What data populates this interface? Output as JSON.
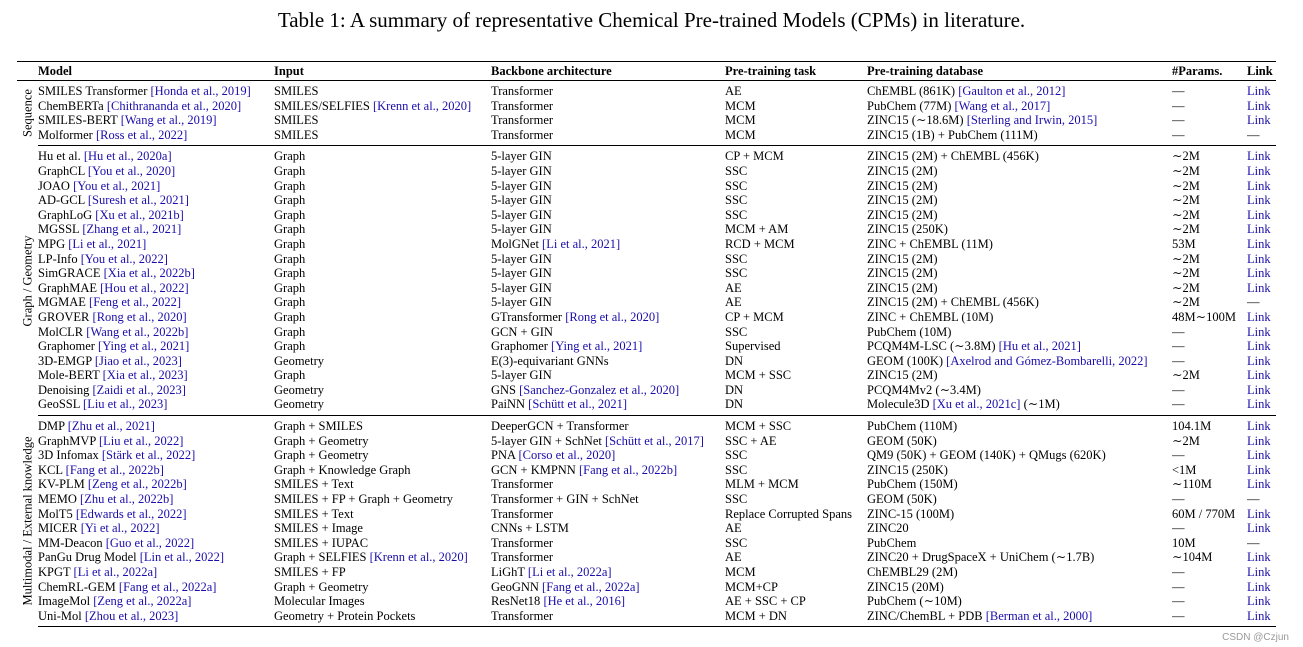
{
  "caption": "Table 1: A summary of representative Chemical Pre-trained Models (CPMs) in literature.",
  "columns": [
    "Model",
    "Input",
    "Backbone architecture",
    "Pre-training task",
    "Pre-training database",
    "#Params.",
    "Link"
  ],
  "sections": [
    {
      "label": "Sequence",
      "rows": [
        {
          "model": "SMILES Transformer",
          "model_cite": "[Honda et al., 2019]",
          "input": "SMILES",
          "input_cite": "",
          "backbone": "Transformer",
          "backbone_cite": "",
          "task": "AE",
          "db": "ChEMBL (861K)",
          "db_cite": "[Gaulton et al., 2012]",
          "db_tail": "",
          "params": "—",
          "link": "Link"
        },
        {
          "model": "ChemBERTa",
          "model_cite": "[Chithrananda et al., 2020]",
          "input": "SMILES/SELFIES",
          "input_cite": "[Krenn et al., 2020]",
          "backbone": "Transformer",
          "backbone_cite": "",
          "task": "MCM",
          "db": "PubChem (77M)",
          "db_cite": "[Wang et al., 2017]",
          "db_tail": "",
          "params": "—",
          "link": "Link"
        },
        {
          "model": "SMILES-BERT",
          "model_cite": "[Wang et al., 2019]",
          "input": "SMILES",
          "input_cite": "",
          "backbone": "Transformer",
          "backbone_cite": "",
          "task": "MCM",
          "db": "ZINC15 (∼18.6M)",
          "db_cite": "[Sterling and Irwin, 2015]",
          "db_tail": "",
          "params": "—",
          "link": "Link"
        },
        {
          "model": "Molformer",
          "model_cite": "[Ross et al., 2022]",
          "input": "SMILES",
          "input_cite": "",
          "backbone": "Transformer",
          "backbone_cite": "",
          "task": "MCM",
          "db": "ZINC15 (1B) + PubChem (111M)",
          "db_cite": "",
          "db_tail": "",
          "params": "—",
          "link": "—"
        }
      ]
    },
    {
      "label": "Graph / Geometry",
      "rows": [
        {
          "model": "Hu et al.",
          "model_cite": "[Hu et al., 2020a]",
          "input": "Graph",
          "input_cite": "",
          "backbone": "5-layer GIN",
          "backbone_cite": "",
          "task": "CP + MCM",
          "db": "ZINC15 (2M) + ChEMBL (456K)",
          "db_cite": "",
          "db_tail": "",
          "params": "∼2M",
          "link": "Link"
        },
        {
          "model": "GraphCL",
          "model_cite": "[You et al., 2020]",
          "input": "Graph",
          "input_cite": "",
          "backbone": "5-layer GIN",
          "backbone_cite": "",
          "task": "SSC",
          "db": "ZINC15 (2M)",
          "db_cite": "",
          "db_tail": "",
          "params": "∼2M",
          "link": "Link"
        },
        {
          "model": "JOAO",
          "model_cite": "[You et al., 2021]",
          "input": "Graph",
          "input_cite": "",
          "backbone": "5-layer GIN",
          "backbone_cite": "",
          "task": "SSC",
          "db": "ZINC15 (2M)",
          "db_cite": "",
          "db_tail": "",
          "params": "∼2M",
          "link": "Link"
        },
        {
          "model": "AD-GCL",
          "model_cite": "[Suresh et al., 2021]",
          "input": "Graph",
          "input_cite": "",
          "backbone": "5-layer GIN",
          "backbone_cite": "",
          "task": "SSC",
          "db": "ZINC15 (2M)",
          "db_cite": "",
          "db_tail": "",
          "params": "∼2M",
          "link": "Link"
        },
        {
          "model": "GraphLoG",
          "model_cite": "[Xu et al., 2021b]",
          "input": "Graph",
          "input_cite": "",
          "backbone": "5-layer GIN",
          "backbone_cite": "",
          "task": "SSC",
          "db": "ZINC15 (2M)",
          "db_cite": "",
          "db_tail": "",
          "params": "∼2M",
          "link": "Link"
        },
        {
          "model": "MGSSL",
          "model_cite": "[Zhang et al., 2021]",
          "input": "Graph",
          "input_cite": "",
          "backbone": "5-layer GIN",
          "backbone_cite": "",
          "task": "MCM + AM",
          "db": "ZINC15 (250K)",
          "db_cite": "",
          "db_tail": "",
          "params": "∼2M",
          "link": "Link"
        },
        {
          "model": "MPG",
          "model_cite": "[Li et al., 2021]",
          "input": "Graph",
          "input_cite": "",
          "backbone": "MolGNet",
          "backbone_cite": "[Li et al., 2021]",
          "task": "RCD + MCM",
          "db": "ZINC + ChEMBL (11M)",
          "db_cite": "",
          "db_tail": "",
          "params": "53M",
          "link": "Link"
        },
        {
          "model": "LP-Info",
          "model_cite": "[You et al., 2022]",
          "input": "Graph",
          "input_cite": "",
          "backbone": "5-layer GIN",
          "backbone_cite": "",
          "task": "SSC",
          "db": "ZINC15 (2M)",
          "db_cite": "",
          "db_tail": "",
          "params": "∼2M",
          "link": "Link"
        },
        {
          "model": "SimGRACE",
          "model_cite": "[Xia et al., 2022b]",
          "input": "Graph",
          "input_cite": "",
          "backbone": "5-layer GIN",
          "backbone_cite": "",
          "task": "SSC",
          "db": "ZINC15 (2M)",
          "db_cite": "",
          "db_tail": "",
          "params": "∼2M",
          "link": "Link"
        },
        {
          "model": "GraphMAE",
          "model_cite": "[Hou et al., 2022]",
          "input": "Graph",
          "input_cite": "",
          "backbone": "5-layer GIN",
          "backbone_cite": "",
          "task": "AE",
          "db": "ZINC15 (2M)",
          "db_cite": "",
          "db_tail": "",
          "params": "∼2M",
          "link": "Link"
        },
        {
          "model": "MGMAE",
          "model_cite": "[Feng et al., 2022]",
          "input": "Graph",
          "input_cite": "",
          "backbone": "5-layer GIN",
          "backbone_cite": "",
          "task": "AE",
          "db": "ZINC15 (2M) + ChEMBL (456K)",
          "db_cite": "",
          "db_tail": "",
          "params": "∼2M",
          "link": "—"
        },
        {
          "model": "GROVER",
          "model_cite": "[Rong et al., 2020]",
          "input": "Graph",
          "input_cite": "",
          "backbone": "GTransformer",
          "backbone_cite": "[Rong et al., 2020]",
          "task": "CP + MCM",
          "db": "ZINC + ChEMBL (10M)",
          "db_cite": "",
          "db_tail": "",
          "params": "48M∼100M",
          "link": "Link"
        },
        {
          "model": "MolCLR",
          "model_cite": "[Wang et al., 2022b]",
          "input": "Graph",
          "input_cite": "",
          "backbone": "GCN + GIN",
          "backbone_cite": "",
          "task": "SSC",
          "db": "PubChem (10M)",
          "db_cite": "",
          "db_tail": "",
          "params": "—",
          "link": "Link"
        },
        {
          "model": "Graphomer",
          "model_cite": "[Ying et al., 2021]",
          "input": "Graph",
          "input_cite": "",
          "backbone": "Graphomer",
          "backbone_cite": "[Ying et al., 2021]",
          "task": "Supervised",
          "db": "PCQM4M-LSC (∼3.8M)",
          "db_cite": "[Hu et al., 2021]",
          "db_tail": "",
          "params": "—",
          "link": "Link"
        },
        {
          "model": "3D-EMGP",
          "model_cite": "[Jiao et al., 2023]",
          "input": "Geometry",
          "input_cite": "",
          "backbone": "E(3)-equivariant GNNs",
          "backbone_cite": "",
          "task": "DN",
          "db": "GEOM (100K)",
          "db_cite": "[Axelrod and Gómez-Bombarelli, 2022]",
          "db_tail": "",
          "params": "—",
          "link": "Link"
        },
        {
          "model": "Mole-BERT",
          "model_cite": "[Xia et al., 2023]",
          "input": "Graph",
          "input_cite": "",
          "backbone": "5-layer GIN",
          "backbone_cite": "",
          "task": "MCM + SSC",
          "db": "ZINC15 (2M)",
          "db_cite": "",
          "db_tail": "",
          "params": "∼2M",
          "link": "Link"
        },
        {
          "model": "Denoising",
          "model_cite": "[Zaidi et al., 2023]",
          "input": "Geometry",
          "input_cite": "",
          "backbone": "GNS",
          "backbone_cite": "[Sanchez-Gonzalez et al., 2020]",
          "task": "DN",
          "db": "PCQM4Mv2 (∼3.4M)",
          "db_cite": "",
          "db_tail": "",
          "params": "—",
          "link": "Link"
        },
        {
          "model": "GeoSSL",
          "model_cite": "[Liu et al., 2023]",
          "input": "Geometry",
          "input_cite": "",
          "backbone": "PaiNN",
          "backbone_cite": "[Schütt et al., 2021]",
          "task": "DN",
          "db": "Molecule3D",
          "db_cite": "[Xu et al., 2021c]",
          "db_tail": "(∼1M)",
          "params": "—",
          "link": "Link"
        }
      ]
    },
    {
      "label": "Multimodal / External knowledge",
      "rows": [
        {
          "model": "DMP",
          "model_cite": "[Zhu et al., 2021]",
          "input": "Graph + SMILES",
          "input_cite": "",
          "backbone": "DeeperGCN + Transformer",
          "backbone_cite": "",
          "task": "MCM + SSC",
          "db": "PubChem (110M)",
          "db_cite": "",
          "db_tail": "",
          "params": "104.1M",
          "link": "Link"
        },
        {
          "model": "GraphMVP",
          "model_cite": "[Liu et al., 2022]",
          "input": "Graph + Geometry",
          "input_cite": "",
          "backbone": "5-layer GIN + SchNet",
          "backbone_cite": "[Schütt et al., 2017]",
          "task": "SSC + AE",
          "db": "GEOM (50K)",
          "db_cite": "",
          "db_tail": "",
          "params": "∼2M",
          "link": "Link"
        },
        {
          "model": "3D Infomax",
          "model_cite": "[Stärk et al., 2022]",
          "input": "Graph + Geometry",
          "input_cite": "",
          "backbone": "PNA",
          "backbone_cite": "[Corso et al., 2020]",
          "task": "SSC",
          "db": "QM9 (50K) + GEOM (140K) + QMugs (620K)",
          "db_cite": "",
          "db_tail": "",
          "params": "—",
          "link": "Link"
        },
        {
          "model": "KCL",
          "model_cite": "[Fang et al., 2022b]",
          "input": "Graph + Knowledge Graph",
          "input_cite": "",
          "backbone": "GCN + KMPNN",
          "backbone_cite": "[Fang et al., 2022b]",
          "task": "SSC",
          "db": "ZINC15 (250K)",
          "db_cite": "",
          "db_tail": "",
          "params": "<1M",
          "link": "Link"
        },
        {
          "model": "KV-PLM",
          "model_cite": "[Zeng et al., 2022b]",
          "input": "SMILES + Text",
          "input_cite": "",
          "backbone": "Transformer",
          "backbone_cite": "",
          "task": "MLM + MCM",
          "db": "PubChem (150M)",
          "db_cite": "",
          "db_tail": "",
          "params": "∼110M",
          "link": "Link"
        },
        {
          "model": "MEMO",
          "model_cite": "[Zhu et al., 2022b]",
          "input": "SMILES + FP + Graph + Geometry",
          "input_cite": "",
          "backbone": "Transformer + GIN + SchNet",
          "backbone_cite": "",
          "task": "SSC",
          "db": "GEOM (50K)",
          "db_cite": "",
          "db_tail": "",
          "params": "—",
          "link": "—"
        },
        {
          "model": "MolT5",
          "model_cite": "[Edwards et al., 2022]",
          "input": "SMILES + Text",
          "input_cite": "",
          "backbone": "Transformer",
          "backbone_cite": "",
          "task": "Replace Corrupted Spans",
          "db": "ZINC-15 (100M)",
          "db_cite": "",
          "db_tail": "",
          "params": "60M / 770M",
          "link": "Link"
        },
        {
          "model": "MICER",
          "model_cite": "[Yi et al., 2022]",
          "input": "SMILES + Image",
          "input_cite": "",
          "backbone": "CNNs + LSTM",
          "backbone_cite": "",
          "task": "AE",
          "db": "ZINC20",
          "db_cite": "",
          "db_tail": "",
          "params": "—",
          "link": "Link"
        },
        {
          "model": "MM-Deacon",
          "model_cite": "[Guo et al., 2022]",
          "input": "SMILES + IUPAC",
          "input_cite": "",
          "backbone": "Transformer",
          "backbone_cite": "",
          "task": "SSC",
          "db": "PubChem",
          "db_cite": "",
          "db_tail": "",
          "params": "10M",
          "link": "—"
        },
        {
          "model": "PanGu Drug Model",
          "model_cite": "[Lin et al., 2022]",
          "input": "Graph + SELFIES",
          "input_cite": "[Krenn et al., 2020]",
          "backbone": "Transformer",
          "backbone_cite": "",
          "task": "AE",
          "db": "ZINC20 + DrugSpaceX + UniChem (∼1.7B)",
          "db_cite": "",
          "db_tail": "",
          "params": "∼104M",
          "link": "Link"
        },
        {
          "model": "KPGT",
          "model_cite": "[Li et al., 2022a]",
          "input": "SMILES + FP",
          "input_cite": "",
          "backbone": "LiGhT",
          "backbone_cite": "[Li et al., 2022a]",
          "task": "MCM",
          "db": "ChEMBL29 (2M)",
          "db_cite": "",
          "db_tail": "",
          "params": "—",
          "link": "Link"
        },
        {
          "model": "ChemRL-GEM",
          "model_cite": "[Fang et al., 2022a]",
          "input": "Graph + Geometry",
          "input_cite": "",
          "backbone": "GeoGNN",
          "backbone_cite": "[Fang et al., 2022a]",
          "task": "MCM+CP",
          "db": "ZINC15 (20M)",
          "db_cite": "",
          "db_tail": "",
          "params": "—",
          "link": "Link"
        },
        {
          "model": "ImageMol",
          "model_cite": "[Zeng et al., 2022a]",
          "input": "Molecular Images",
          "input_cite": "",
          "backbone": "ResNet18",
          "backbone_cite": "[He et al., 2016]",
          "task": "AE + SSC + CP",
          "db": "PubChem (∼10M)",
          "db_cite": "",
          "db_tail": "",
          "params": "—",
          "link": "Link"
        },
        {
          "model": "Uni-Mol",
          "model_cite": "[Zhou et al., 2023]",
          "input": "Geometry + Protein Pockets",
          "input_cite": "",
          "backbone": "Transformer",
          "backbone_cite": "",
          "task": "MCM + DN",
          "db": "ZINC/ChemBL + PDB",
          "db_cite": "[Berman et al., 2000]",
          "db_tail": "",
          "params": "—",
          "link": "Link"
        }
      ]
    }
  ],
  "watermark": "CSDN @Czjun",
  "colors": {
    "citation": "#1a0dab",
    "rule": "#000000"
  }
}
